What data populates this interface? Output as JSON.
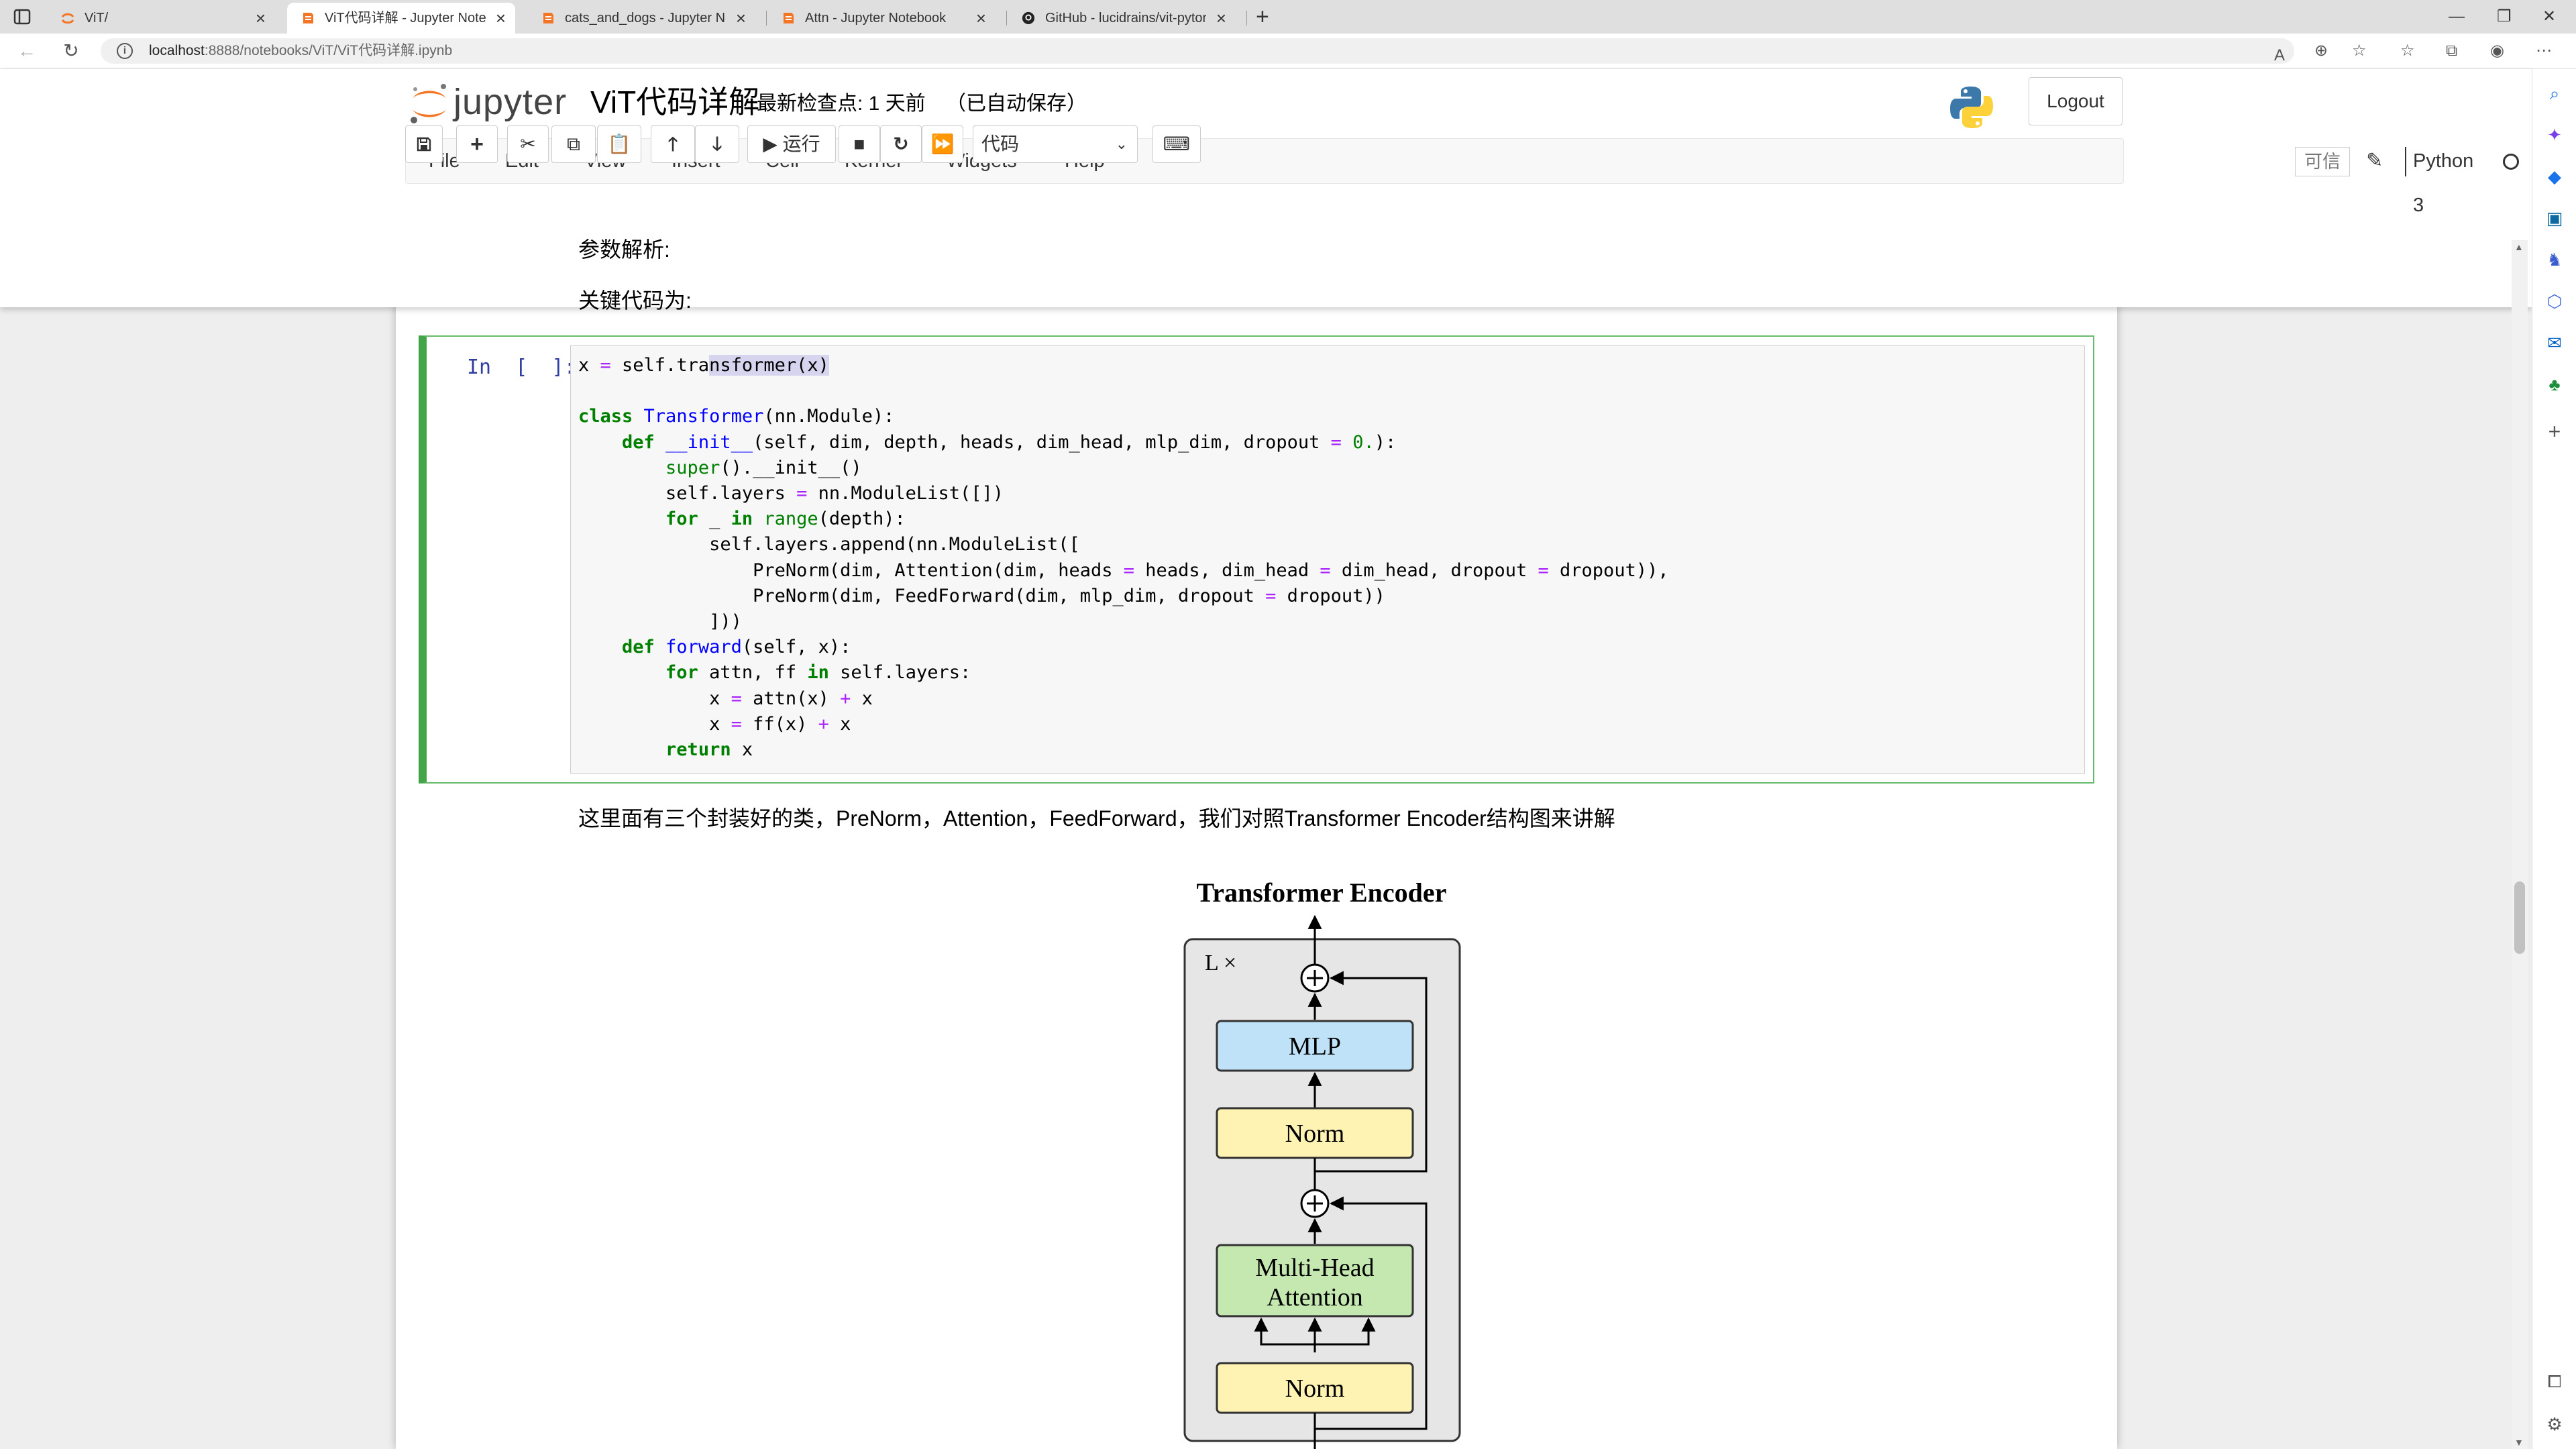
{
  "browser": {
    "tabs": [
      {
        "title": "ViT/",
        "active": false
      },
      {
        "title": "ViT代码详解 - Jupyter Notebook",
        "active": true
      },
      {
        "title": "cats_and_dogs - Jupyter Notebook",
        "active": false
      },
      {
        "title": "Attn - Jupyter Notebook",
        "active": false
      },
      {
        "title": "GitHub - lucidrains/vit-pytorch: Impl",
        "active": false
      }
    ],
    "url_host": "localhost",
    "url_rest": ":8888/notebooks/ViT/ViT代码详解.ipynb"
  },
  "jupyter": {
    "logo_text": "jupyter",
    "notebook_title": "ViT代码详解",
    "checkpoint": "最新检查点: 1 天前",
    "autosave": "（已自动保存）",
    "logout_label": "Logout",
    "menu": [
      "File",
      "Edit",
      "View",
      "Insert",
      "Cell",
      "Kernel",
      "Widgets",
      "Help"
    ],
    "trusted_label": "可信",
    "kernel_name": "Python 3",
    "toolbar": {
      "run_label": "运行",
      "cell_type": "代码"
    }
  },
  "notebook": {
    "md_params": "参数解析:",
    "md_key_code": "关键代码为:",
    "prompt": "In  [  ]:",
    "md_description": "这里面有三个封装好的类，PreNorm，Attention，FeedForward，我们对照Transformer Encoder结构图来讲解"
  },
  "diagram": {
    "title": "Transformer Encoder",
    "repeat_label": "L ×",
    "blocks": {
      "mlp": "MLP",
      "norm_top": "Norm",
      "mha_line1": "Multi-Head",
      "mha_line2": "Attention",
      "norm_bottom": "Norm"
    },
    "colors": {
      "mlp_fill": "#bfe2f8",
      "norm_fill": "#fff3b3",
      "mha_fill": "#c4e8b0",
      "panel_fill": "#e6e6e6"
    }
  }
}
